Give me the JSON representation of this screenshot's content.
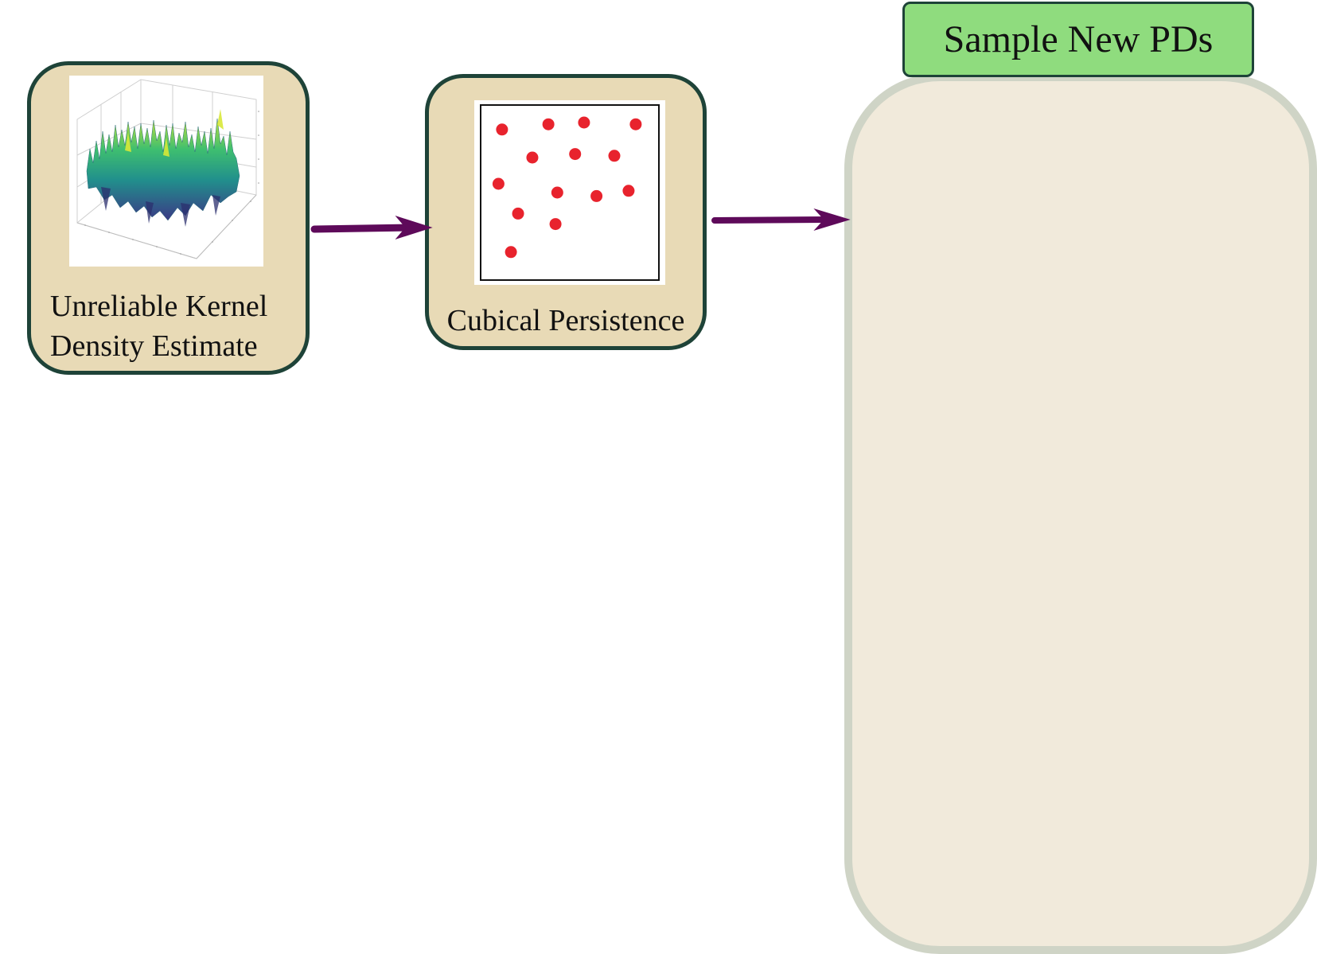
{
  "nodes": {
    "kde": {
      "label_line1": "Unreliable Kernel",
      "label_line2": "Density Estimate"
    },
    "cubical": {
      "label": "Cubical Persistence"
    },
    "sample": {
      "label": "Sample New PDs"
    }
  },
  "persistence_points": [
    [
      0.12,
      0.86
    ],
    [
      0.38,
      0.89
    ],
    [
      0.58,
      0.9
    ],
    [
      0.87,
      0.89
    ],
    [
      0.29,
      0.7
    ],
    [
      0.53,
      0.72
    ],
    [
      0.75,
      0.71
    ],
    [
      0.1,
      0.55
    ],
    [
      0.43,
      0.5
    ],
    [
      0.65,
      0.48
    ],
    [
      0.83,
      0.51
    ],
    [
      0.21,
      0.38
    ],
    [
      0.42,
      0.32
    ],
    [
      0.17,
      0.16
    ]
  ],
  "colors": {
    "node_fill": "#e8dab6",
    "node_border": "#1e4338",
    "arrow": "#5e0a5a",
    "point": "#e8232d",
    "header_fill": "#8fdc7e",
    "panel_fill": "#f1eadb",
    "panel_border": "#cfd4c6"
  },
  "icons": {
    "surface_plot": "3d-surface-plot-icon",
    "persistence_diagram": "scatter-plot-icon"
  }
}
